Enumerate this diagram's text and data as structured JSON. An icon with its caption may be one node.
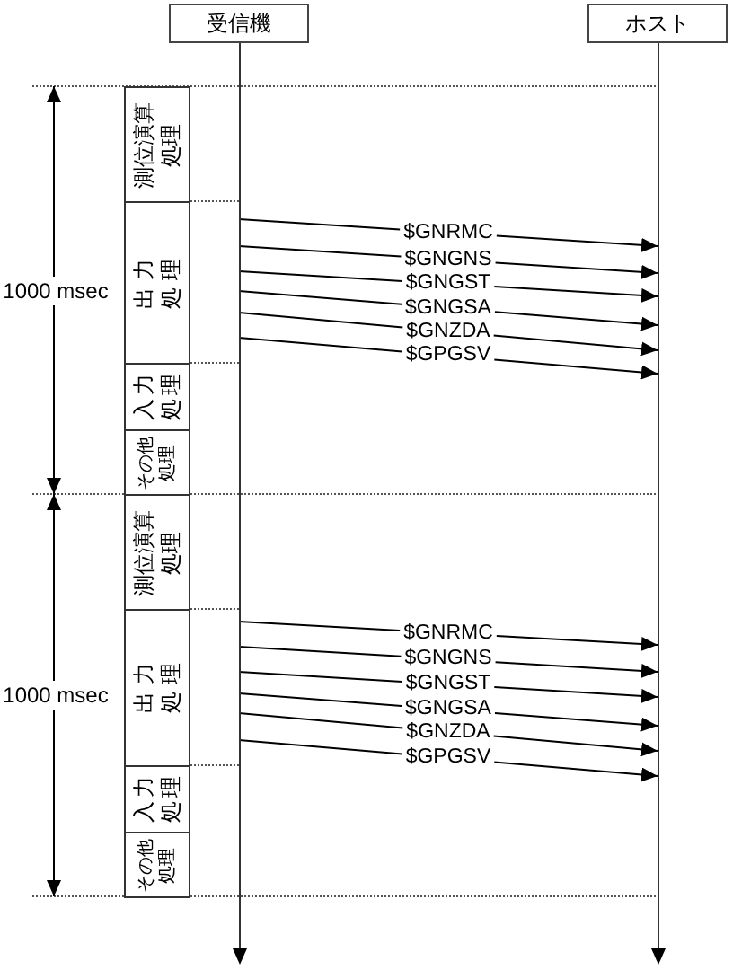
{
  "diagram": {
    "nodes": [
      {
        "text": [
          "受信機"
        ]
      },
      {
        "text": [
          "ホスト"
        ]
      },
      {
        "text": [],
        "shape": "line"
      },
      {
        "text": [],
        "shape": "line"
      },
      {
        "text": [
          "測位演算処理"
        ]
      },
      {
        "text": [
          "出力処理"
        ]
      },
      {
        "text": [
          "入力処理"
        ]
      },
      {
        "text": [
          "その他処理"
        ]
      },
      {
        "text": [
          "測位演算処理"
        ]
      },
      {
        "text": [
          "出力処理"
        ]
      },
      {
        "text": [
          "入力処理"
        ]
      },
      {
        "text": [
          "その他処理"
        ]
      }
    ],
    "edges": [
      {
        "from": 2,
        "to": 3,
        "label": "$GNRMC",
        "arrow": "to"
      },
      {
        "from": 2,
        "to": 3,
        "label": "$GNGNS",
        "arrow": "to"
      },
      {
        "from": 2,
        "to": 3,
        "label": "$GNGST",
        "arrow": "to"
      },
      {
        "from": 2,
        "to": 3,
        "label": "$GNGSA",
        "arrow": "to"
      },
      {
        "from": 2,
        "to": 3,
        "label": "$GNZDA",
        "arrow": "to"
      },
      {
        "from": 2,
        "to": 3,
        "label": "$GPGSV",
        "arrow": "to"
      },
      {
        "from": 2,
        "to": 3,
        "label": "$GNRMC",
        "arrow": "to"
      },
      {
        "from": 2,
        "to": 3,
        "label": "$GNGNS",
        "arrow": "to"
      },
      {
        "from": 2,
        "to": 3,
        "label": "$GNGST",
        "arrow": "to"
      },
      {
        "from": 2,
        "to": 3,
        "label": "$GNGSA",
        "arrow": "to"
      },
      {
        "from": 2,
        "to": 3,
        "label": "$GNZDA",
        "arrow": "to"
      },
      {
        "from": 2,
        "to": 3,
        "label": "$GPGSV",
        "arrow": "to"
      }
    ],
    "labels": [
      "1000 msec",
      "1000 msec"
    ]
  }
}
